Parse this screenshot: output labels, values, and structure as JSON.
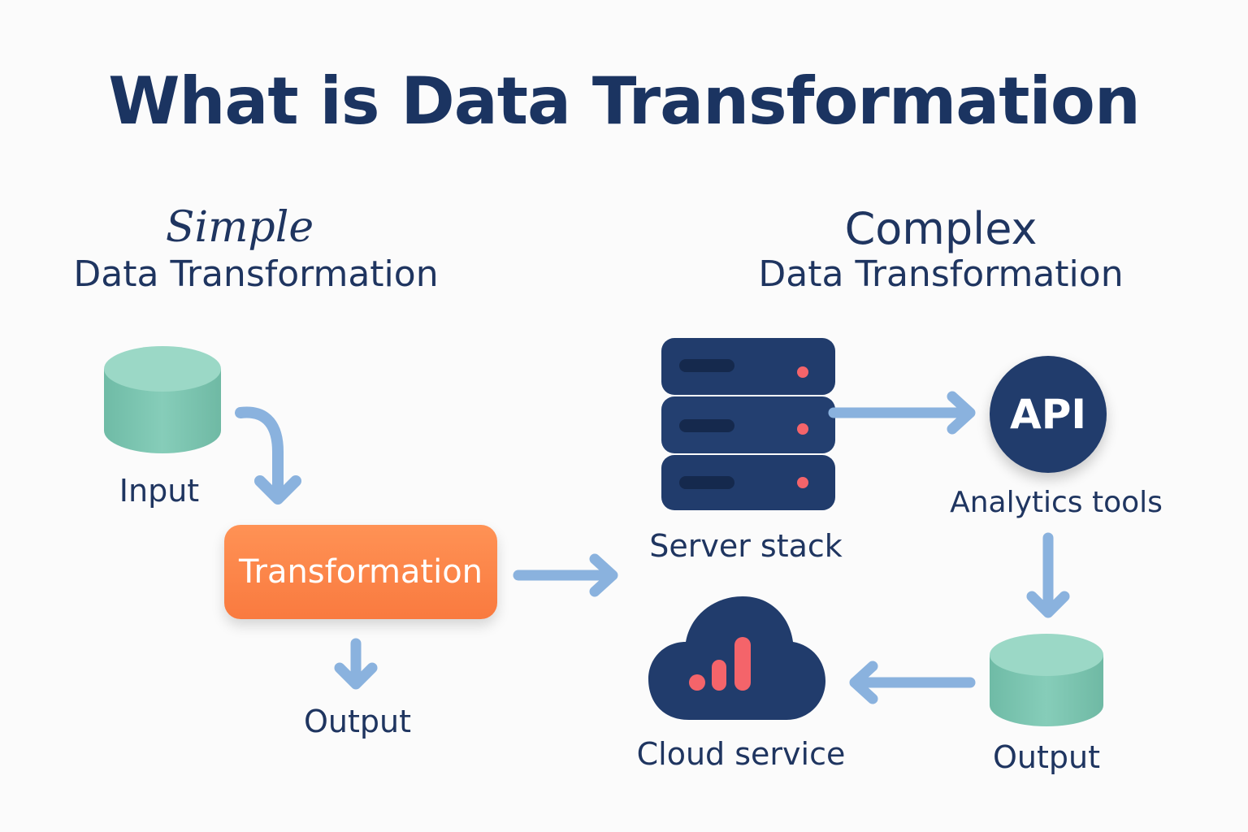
{
  "title": "What is Data Transformation",
  "simple": {
    "heading_word": "Simple",
    "heading_sub": "Data Transformation",
    "input_label": "Input",
    "transformation_label": "Transformation",
    "output_label": "Output"
  },
  "complex": {
    "heading_word": "Complex",
    "heading_sub": "Data Transformation",
    "server_label": "Server stack",
    "api_text": "API",
    "analytics_label": "Analytics tools",
    "output_label": "Output",
    "cloud_label": "Cloud service"
  },
  "colors": {
    "navy": "#213c6c",
    "teal": "#7fc8b4",
    "orange": "#f98a4b",
    "arrow_blue": "#8ab2de",
    "red_accent": "#f4646a"
  }
}
